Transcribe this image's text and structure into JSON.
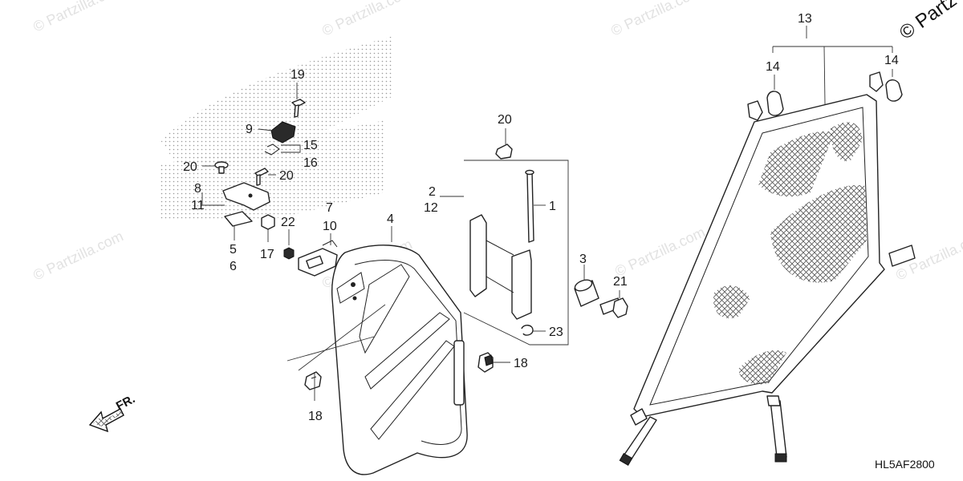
{
  "watermark": {
    "text": "© Partzilla.com",
    "corner_text": "© Partz"
  },
  "diagram_code": "HL5AF2800",
  "direction_label": "FR.",
  "callouts": {
    "c1": "1",
    "c2": "2",
    "c3": "3",
    "c4": "4",
    "c5": "5",
    "c6": "6",
    "c7": "7",
    "c8": "8",
    "c9": "9",
    "c10": "10",
    "c11": "11",
    "c12": "12",
    "c13": "13",
    "c14a": "14",
    "c14b": "14",
    "c15": "15",
    "c16": "16",
    "c17": "17",
    "c18a": "18",
    "c18b": "18",
    "c19": "19",
    "c20a": "20",
    "c20b": "20",
    "c20c": "20",
    "c21": "21",
    "c22": "22",
    "c23": "23"
  }
}
